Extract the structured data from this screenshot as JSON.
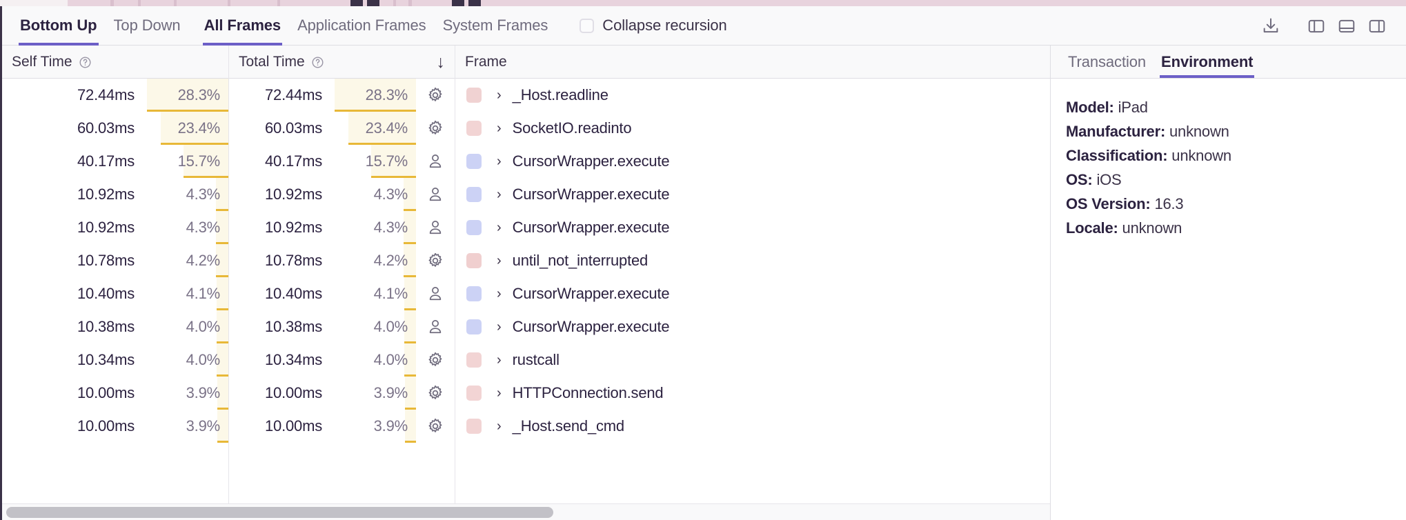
{
  "toolbar": {
    "tabs_view": [
      {
        "label": "Bottom Up",
        "active": true
      },
      {
        "label": "Top Down",
        "active": false
      }
    ],
    "tabs_scope": [
      {
        "label": "All Frames",
        "active": true
      },
      {
        "label": "Application Frames",
        "active": false
      },
      {
        "label": "System Frames",
        "active": false
      }
    ],
    "collapse_recursion": {
      "label": "Collapse recursion",
      "checked": false
    },
    "icons": [
      {
        "name": "download-icon",
        "title": "Export"
      },
      {
        "name": "layout-left-panel-icon",
        "title": "Toggle left panel",
        "active": false
      },
      {
        "name": "layout-bottom-panel-icon",
        "title": "Toggle bottom panel",
        "active": false
      },
      {
        "name": "layout-right-panel-icon",
        "title": "Toggle right panel",
        "active": true
      }
    ]
  },
  "table": {
    "columns": [
      {
        "key": "self_time",
        "label": "Self Time",
        "help": true,
        "sorted": false
      },
      {
        "key": "total_time",
        "label": "Total Time",
        "help": true,
        "sorted": true,
        "sort_direction": "desc",
        "sort_glyph": "↓"
      },
      {
        "key": "frame",
        "label": "Frame",
        "help": false,
        "sorted": false
      }
    ],
    "rows": [
      {
        "self_time": "72.44ms",
        "self_pct": "28.3%",
        "self_pct_value": 28.3,
        "total_time": "72.44ms",
        "total_pct": "28.3%",
        "total_pct_value": 28.3,
        "frame_type": "system",
        "icon": "gear-icon",
        "swatch": "#f0d2d2",
        "chevron": "›",
        "frame": "_Host.readline"
      },
      {
        "self_time": "60.03ms",
        "self_pct": "23.4%",
        "self_pct_value": 23.4,
        "total_time": "60.03ms",
        "total_pct": "23.4%",
        "total_pct_value": 23.4,
        "frame_type": "system",
        "icon": "gear-icon",
        "swatch": "#f2d4d4",
        "chevron": "›",
        "frame": "SocketIO.readinto"
      },
      {
        "self_time": "40.17ms",
        "self_pct": "15.7%",
        "self_pct_value": 15.7,
        "total_time": "40.17ms",
        "total_pct": "15.7%",
        "total_pct_value": 15.7,
        "frame_type": "application",
        "icon": "user-icon",
        "swatch": "#ccd2f5",
        "chevron": "›",
        "frame": "CursorWrapper.execute"
      },
      {
        "self_time": "10.92ms",
        "self_pct": "4.3%",
        "self_pct_value": 4.3,
        "total_time": "10.92ms",
        "total_pct": "4.3%",
        "total_pct_value": 4.3,
        "frame_type": "application",
        "icon": "user-icon",
        "swatch": "#ccd2f5",
        "chevron": "›",
        "frame": "CursorWrapper.execute"
      },
      {
        "self_time": "10.92ms",
        "self_pct": "4.3%",
        "self_pct_value": 4.3,
        "total_time": "10.92ms",
        "total_pct": "4.3%",
        "total_pct_value": 4.3,
        "frame_type": "application",
        "icon": "user-icon",
        "swatch": "#ccd2f5",
        "chevron": "›",
        "frame": "CursorWrapper.execute"
      },
      {
        "self_time": "10.78ms",
        "self_pct": "4.2%",
        "self_pct_value": 4.2,
        "total_time": "10.78ms",
        "total_pct": "4.2%",
        "total_pct_value": 4.2,
        "frame_type": "system",
        "icon": "gear-icon",
        "swatch": "#f0cfcf",
        "chevron": "›",
        "frame": "until_not_interrupted"
      },
      {
        "self_time": "10.40ms",
        "self_pct": "4.1%",
        "self_pct_value": 4.1,
        "total_time": "10.40ms",
        "total_pct": "4.1%",
        "total_pct_value": 4.1,
        "frame_type": "application",
        "icon": "user-icon",
        "swatch": "#ccd2f5",
        "chevron": "›",
        "frame": "CursorWrapper.execute"
      },
      {
        "self_time": "10.38ms",
        "self_pct": "4.0%",
        "self_pct_value": 4.0,
        "total_time": "10.38ms",
        "total_pct": "4.0%",
        "total_pct_value": 4.0,
        "frame_type": "application",
        "icon": "user-icon",
        "swatch": "#ccd2f5",
        "chevron": "›",
        "frame": "CursorWrapper.execute"
      },
      {
        "self_time": "10.34ms",
        "self_pct": "4.0%",
        "self_pct_value": 4.0,
        "total_time": "10.34ms",
        "total_pct": "4.0%",
        "total_pct_value": 4.0,
        "frame_type": "system",
        "icon": "gear-icon",
        "swatch": "#f2d4d4",
        "chevron": "›",
        "frame": "rustcall"
      },
      {
        "self_time": "10.00ms",
        "self_pct": "3.9%",
        "self_pct_value": 3.9,
        "total_time": "10.00ms",
        "total_pct": "3.9%",
        "total_pct_value": 3.9,
        "frame_type": "system",
        "icon": "gear-icon",
        "swatch": "#f2d4d4",
        "chevron": "›",
        "frame": "HTTPConnection.send"
      },
      {
        "self_time": "10.00ms",
        "self_pct": "3.9%",
        "self_pct_value": 3.9,
        "total_time": "10.00ms",
        "total_pct": "3.9%",
        "total_pct_value": 3.9,
        "frame_type": "system",
        "icon": "gear-icon",
        "swatch": "#f2d4d4",
        "chevron": "›",
        "frame": "_Host.send_cmd"
      }
    ],
    "max_pct": 28.3,
    "scrollbar": {
      "thumb_percent": 53
    }
  },
  "details_panel": {
    "tabs": [
      {
        "label": "Transaction",
        "active": false
      },
      {
        "label": "Environment",
        "active": true
      }
    ],
    "environment": [
      {
        "key": "Model:",
        "value": "iPad"
      },
      {
        "key": "Manufacturer:",
        "value": "unknown"
      },
      {
        "key": "Classification:",
        "value": "unknown"
      },
      {
        "key": "OS:",
        "value": "iOS"
      },
      {
        "key": "OS Version:",
        "value": "16.3"
      },
      {
        "key": "Locale:",
        "value": "unknown"
      }
    ]
  },
  "colors": {
    "accent": "#6c5fc7",
    "bar_fill": "#fcf8e8",
    "bar_underline": "#e8b838",
    "header_bg": "#f9f9fa",
    "text": "#2c2240",
    "muted": "#6f6b7d"
  }
}
